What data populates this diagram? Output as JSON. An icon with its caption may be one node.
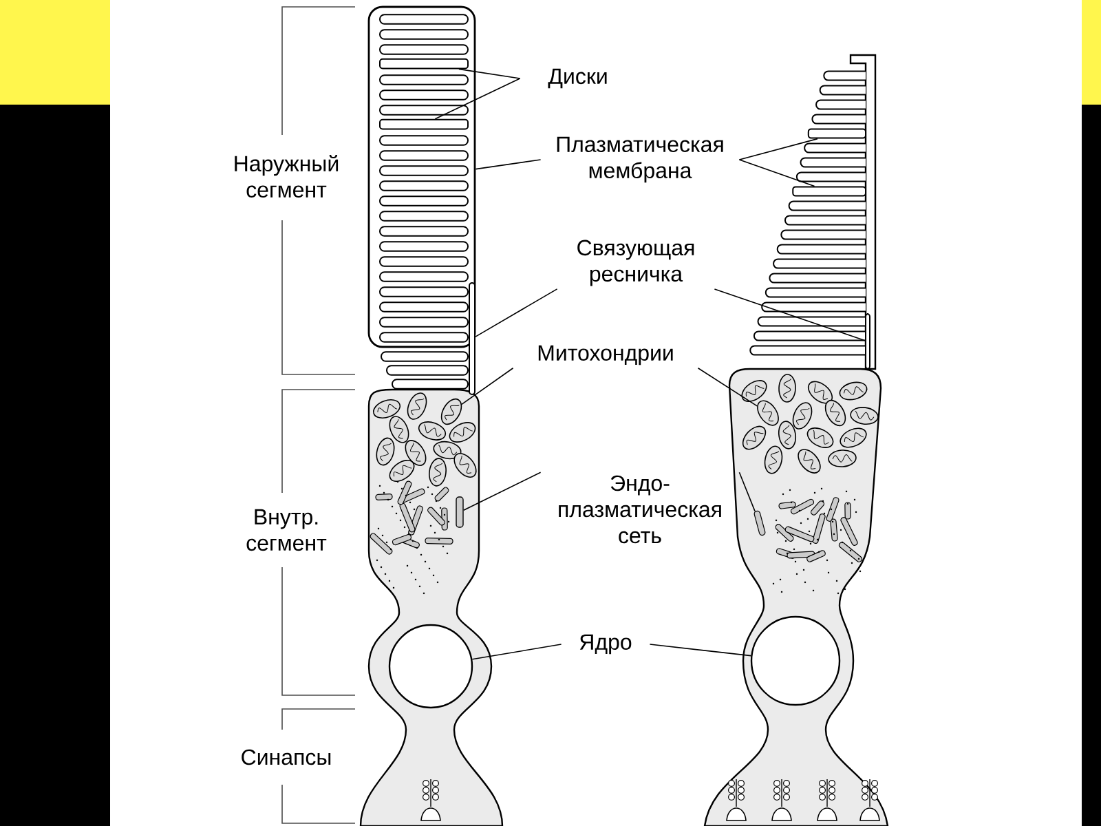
{
  "diagram": {
    "nodes": [
      {
        "text": [
          "Диски"
        ]
      },
      {
        "text": [
          "Плазматическая мембрана"
        ]
      },
      {
        "text": [
          "Связующая ресничка"
        ]
      },
      {
        "text": [
          "Митохондрии"
        ]
      },
      {
        "text": [
          "Эндо- плазматическая сеть"
        ]
      },
      {
        "text": [
          "Ядро"
        ]
      },
      {
        "text": [],
        "shape": "box"
      },
      {
        "text": [],
        "shape": "bar",
        "in": 6
      },
      {
        "text": [],
        "shape": "bar",
        "in": 6
      },
      {
        "text": [],
        "shape": "bar"
      },
      {
        "text": [],
        "shape": "ellipse"
      },
      {
        "text": [],
        "shape": "ellipse"
      },
      {
        "text": [],
        "shape": "ellipse"
      },
      {
        "text": [],
        "shape": "ellipse"
      },
      {
        "text": [],
        "shape": "ellipse"
      },
      {
        "text": [],
        "shape": "ellipse"
      },
      {
        "text": [],
        "shape": "ellipse"
      },
      {
        "text": [],
        "shape": "ellipse"
      },
      {
        "text": [],
        "shape": "ellipse"
      },
      {
        "text": [],
        "shape": "ellipse"
      },
      {
        "text": [],
        "shape": "ellipse"
      },
      {
        "text": [],
        "shape": "ellipse"
      },
      {
        "text": [],
        "shape": "bar"
      },
      {
        "text": [],
        "shape": "circle"
      },
      {
        "text": [],
        "shape": "bar"
      },
      {
        "text": [],
        "shape": "bar"
      },
      {
        "text": [],
        "shape": "bar"
      },
      {
        "text": [],
        "shape": "ellipse"
      },
      {
        "text": [],
        "shape": "ellipse"
      },
      {
        "text": [],
        "shape": "ellipse"
      },
      {
        "text": [],
        "shape": "ellipse"
      },
      {
        "text": [],
        "shape": "ellipse"
      },
      {
        "text": [],
        "shape": "ellipse"
      },
      {
        "text": [],
        "shape": "ellipse"
      },
      {
        "text": [],
        "shape": "ellipse"
      },
      {
        "text": [],
        "shape": "ellipse"
      },
      {
        "text": [],
        "shape": "ellipse"
      },
      {
        "text": [],
        "shape": "ellipse"
      },
      {
        "text": [],
        "shape": "ellipse"
      },
      {
        "text": [],
        "shape": "ellipse"
      },
      {
        "text": [],
        "shape": "ellipse"
      },
      {
        "text": [],
        "shape": "ellipse"
      },
      {
        "text": [],
        "shape": "bar"
      },
      {
        "text": [],
        "shape": "circle"
      }
    ],
    "edges": [
      {
        "from": 0,
        "to": 7,
        "arrow": "none"
      },
      {
        "from": 0,
        "to": 8,
        "arrow": "none"
      },
      {
        "from": 1,
        "to": 6,
        "arrow": "none"
      },
      {
        "from": 1,
        "to": 24,
        "arrow": "none"
      },
      {
        "from": 1,
        "to": 25,
        "arrow": "none"
      },
      {
        "from": 2,
        "to": 9,
        "arrow": "none"
      },
      {
        "from": 2,
        "to": 26,
        "arrow": "none"
      },
      {
        "from": 3,
        "to": 12,
        "arrow": "none"
      },
      {
        "from": 3,
        "to": 31,
        "arrow": "none"
      },
      {
        "from": 4,
        "to": 22,
        "arrow": "none"
      },
      {
        "from": 4,
        "to": 42,
        "arrow": "none"
      },
      {
        "from": 5,
        "to": 23,
        "arrow": "none"
      },
      {
        "from": 5,
        "to": 43,
        "arrow": "none"
      }
    ],
    "labels": [
      "Наружный сегмент",
      "Внутр. сегмент",
      "Синапсы"
    ]
  }
}
